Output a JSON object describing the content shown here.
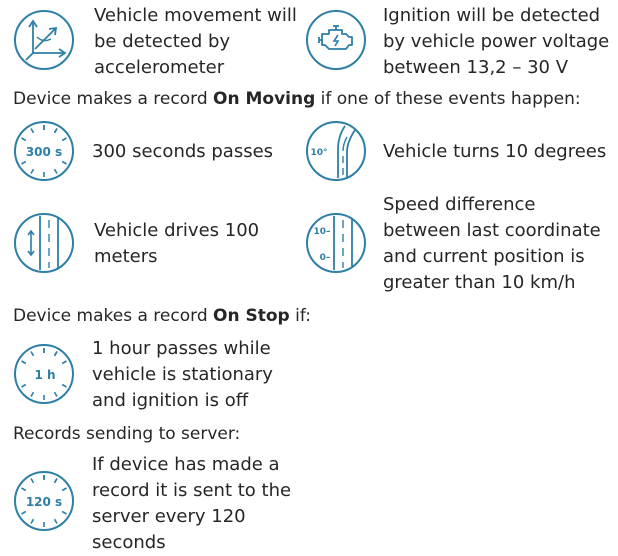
{
  "colors": {
    "icon_stroke": "#2d7fa6",
    "text": "#262626",
    "background": "#ffffff"
  },
  "top": {
    "accelerometer": {
      "icon": "accelerometer-axes-icon",
      "lines": [
        "Vehicle movement will",
        "be detected by",
        "accelerometer"
      ]
    },
    "ignition": {
      "icon": "engine-icon",
      "lines": [
        "Ignition will be detected",
        "by vehicle power voltage",
        "between 13,2 – 30 V"
      ]
    }
  },
  "on_moving": {
    "heading_prefix": "Device makes a record ",
    "heading_bold": "On Moving",
    "heading_suffix": " if one of these events happen:",
    "time": {
      "icon": "stopwatch-icon",
      "icon_label": "300 s",
      "lines": [
        "300 seconds passes"
      ]
    },
    "angle": {
      "icon": "road-turn-icon",
      "icon_label": "10°",
      "lines": [
        "Vehicle turns 10 degrees"
      ]
    },
    "distance": {
      "icon": "road-distance-icon",
      "lines": [
        "Vehicle drives 100",
        "meters"
      ]
    },
    "speed": {
      "icon": "road-speed-icon",
      "icon_label_top": "10–",
      "icon_label_bottom": "0–",
      "lines": [
        "Speed difference",
        "between last coordinate",
        "and current position is",
        "greater than 10 km/h"
      ]
    }
  },
  "on_stop": {
    "heading_prefix": "Device makes a record ",
    "heading_bold": "On Stop",
    "heading_suffix": " if:",
    "time": {
      "icon": "stopwatch-icon",
      "icon_label": "1 h",
      "lines": [
        "1 hour passes while",
        "vehicle is stationary",
        "and ignition is off"
      ]
    }
  },
  "sending": {
    "heading": "Records sending to server:",
    "time": {
      "icon": "stopwatch-icon",
      "icon_label": "120 s",
      "lines": [
        "If device has made a",
        "record it is sent to the",
        "server every 120",
        "seconds"
      ]
    }
  }
}
